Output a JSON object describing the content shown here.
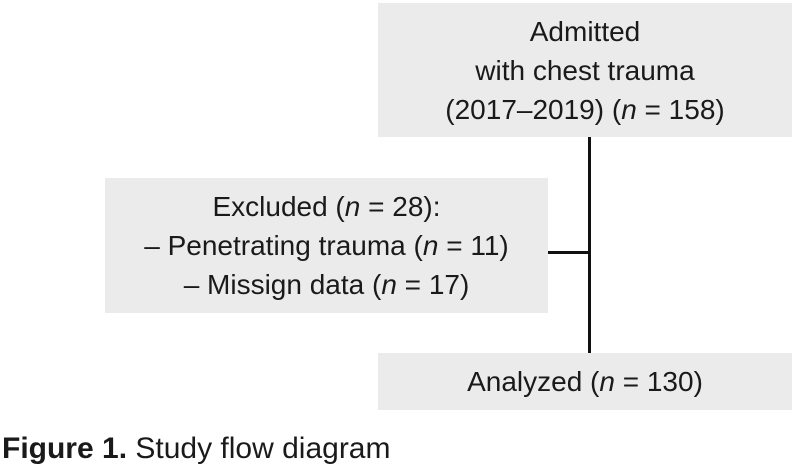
{
  "flowchart": {
    "admitted_box": {
      "line1": "Admitted",
      "line2": "with chest trauma",
      "line3_pre": "(2017–2019) (",
      "line3_n": "n",
      "line3_post": " = 158)"
    },
    "excluded_box": {
      "line1_pre": "Excluded (",
      "line1_n": "n",
      "line1_post": " = 28):",
      "line2_pre": "– Penetrating trauma (",
      "line2_n": "n",
      "line2_post": " = 11)",
      "line3_pre": "– Missign data (",
      "line3_n": "n",
      "line3_post": " = 17)"
    },
    "analyzed_box": {
      "line1_pre": "Analyzed (",
      "line1_n": "n",
      "line1_post": " = 130)"
    }
  },
  "caption": {
    "label": "Figure 1.",
    "text": " Study flow diagram"
  },
  "colors": {
    "background": "#ffffff",
    "box_fill": "#ebebeb",
    "text": "#1a1a1a",
    "connector": "#111111"
  }
}
